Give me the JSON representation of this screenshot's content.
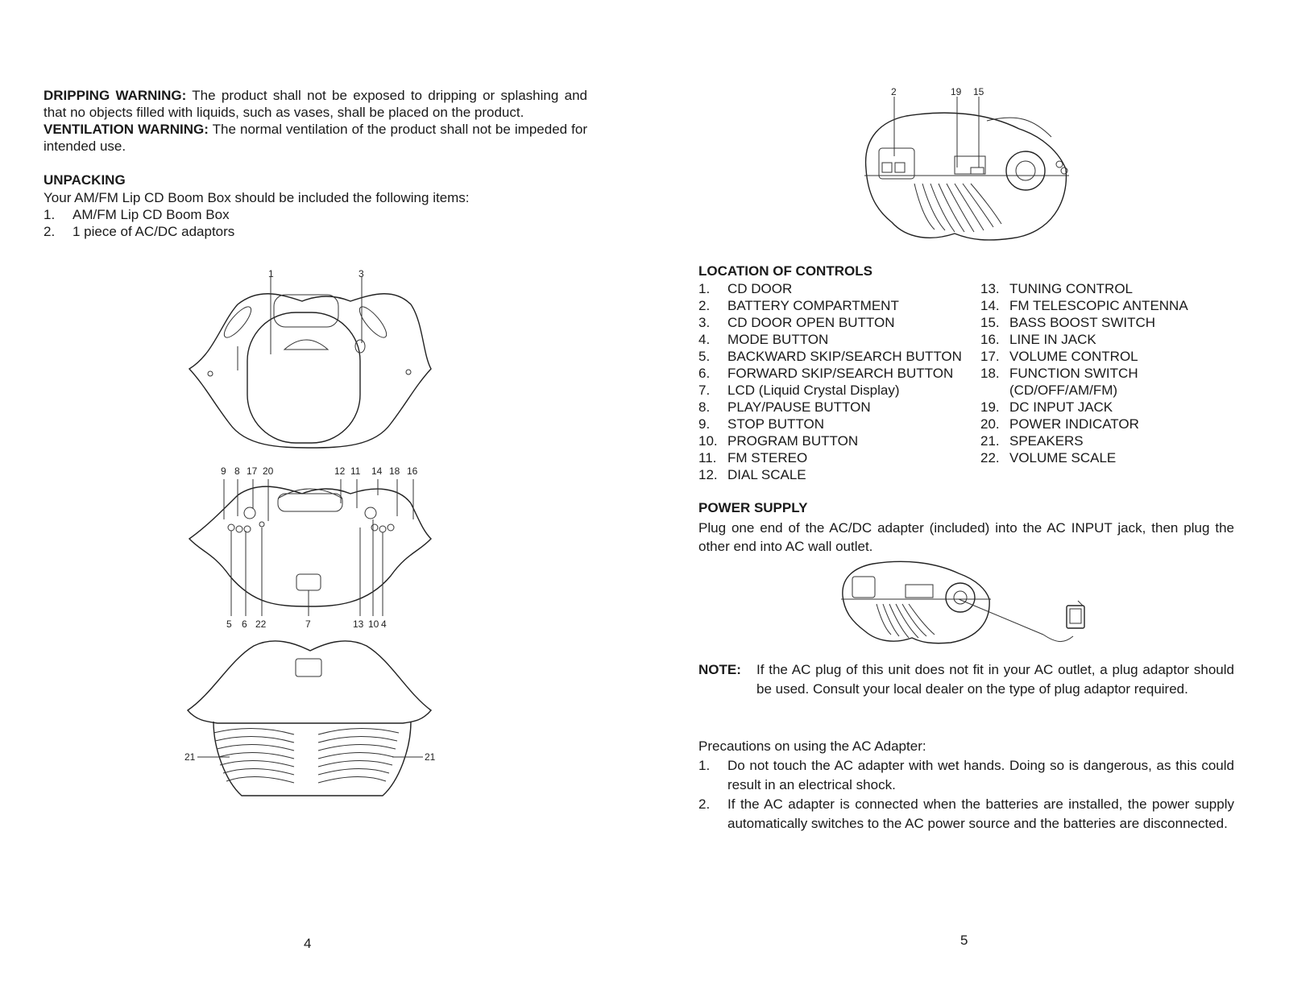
{
  "left_page": {
    "warnings": {
      "dripping_label": "DRIPPING WARNING:",
      "dripping_text": " The product shall not be exposed to dripping or splashing and that no objects filled with liquids, such as vases, shall be placed on the product.",
      "ventilation_label": "VENTILATION WARNING:",
      "ventilation_text": " The normal ventilation of the product shall not be impeded for intended use."
    },
    "unpacking": {
      "heading": "UNPACKING",
      "intro": "Your AM/FM Lip CD Boom Box should be included the following items:",
      "items": [
        {
          "num": "1.",
          "text": "AM/FM Lip CD Boom Box"
        },
        {
          "num": "2.",
          "text": "1 piece of AC/DC adaptors"
        }
      ]
    },
    "figure_labels": {
      "top_view": [
        "1",
        "3"
      ],
      "front_top": [
        "9",
        "8",
        "17",
        "20",
        "12",
        "11",
        "14",
        "18",
        "16"
      ],
      "front_bottom": [
        "5",
        "6",
        "22",
        "7",
        "13",
        "10",
        "4"
      ],
      "back_view": [
        "21",
        "21"
      ]
    },
    "page_number": "4"
  },
  "right_page": {
    "figure_labels": [
      "2",
      "19",
      "15"
    ],
    "controls": {
      "heading": "LOCATION OF CONTROLS",
      "col1": [
        {
          "num": "1.",
          "text": "CD DOOR"
        },
        {
          "num": "2.",
          "text": "BATTERY COMPARTMENT"
        },
        {
          "num": "3.",
          "text": "CD DOOR OPEN BUTTON"
        },
        {
          "num": "4.",
          "text": "MODE BUTTON"
        },
        {
          "num": "5.",
          "text": "BACKWARD SKIP/SEARCH BUTTON"
        },
        {
          "num": "6.",
          "text": "FORWARD SKIP/SEARCH BUTTON"
        },
        {
          "num": "7.",
          "text": "LCD (Liquid Crystal Display)"
        },
        {
          "num": "8.",
          "text": "PLAY/PAUSE BUTTON"
        },
        {
          "num": "9.",
          "text": "STOP BUTTON"
        },
        {
          "num": "10.",
          "text": "PROGRAM BUTTON"
        },
        {
          "num": "11.",
          "text": "FM STEREO"
        },
        {
          "num": "12.",
          "text": "DIAL SCALE"
        }
      ],
      "col2": [
        {
          "num": "13.",
          "text": "TUNING CONTROL"
        },
        {
          "num": "14.",
          "text": "FM TELESCOPIC ANTENNA"
        },
        {
          "num": "15.",
          "text": "BASS BOOST SWITCH"
        },
        {
          "num": "16.",
          "text": "LINE IN JACK"
        },
        {
          "num": "17.",
          "text": "VOLUME CONTROL"
        },
        {
          "num": "18.",
          "text": "FUNCTION SWITCH"
        },
        {
          "num": "",
          "text": "(CD/OFF/AM/FM)"
        },
        {
          "num": "19.",
          "text": "DC INPUT JACK"
        },
        {
          "num": "20.",
          "text": "POWER INDICATOR"
        },
        {
          "num": "21.",
          "text": "SPEAKERS"
        },
        {
          "num": "22.",
          "text": "VOLUME SCALE"
        }
      ]
    },
    "power_supply": {
      "heading": "POWER SUPPLY",
      "text": "Plug one end of the AC/DC adapter (included) into the AC INPUT jack, then plug the other end into AC wall outlet."
    },
    "note": {
      "label": "NOTE:",
      "text": "If the AC plug of this unit does not fit in your AC outlet, a plug adaptor should be used. Consult your local dealer on the type of plug adaptor required."
    },
    "precautions": {
      "intro": "Precautions on using the AC Adapter:",
      "items": [
        {
          "num": "1.",
          "text": "Do not touch the AC adapter with wet hands. Doing so is dangerous, as this could result in an electrical shock."
        },
        {
          "num": "2.",
          "text": "If the AC adapter is connected when the batteries are installed, the power supply automatically switches to the AC power source and the batteries are disconnected."
        }
      ]
    },
    "page_number": "5"
  }
}
